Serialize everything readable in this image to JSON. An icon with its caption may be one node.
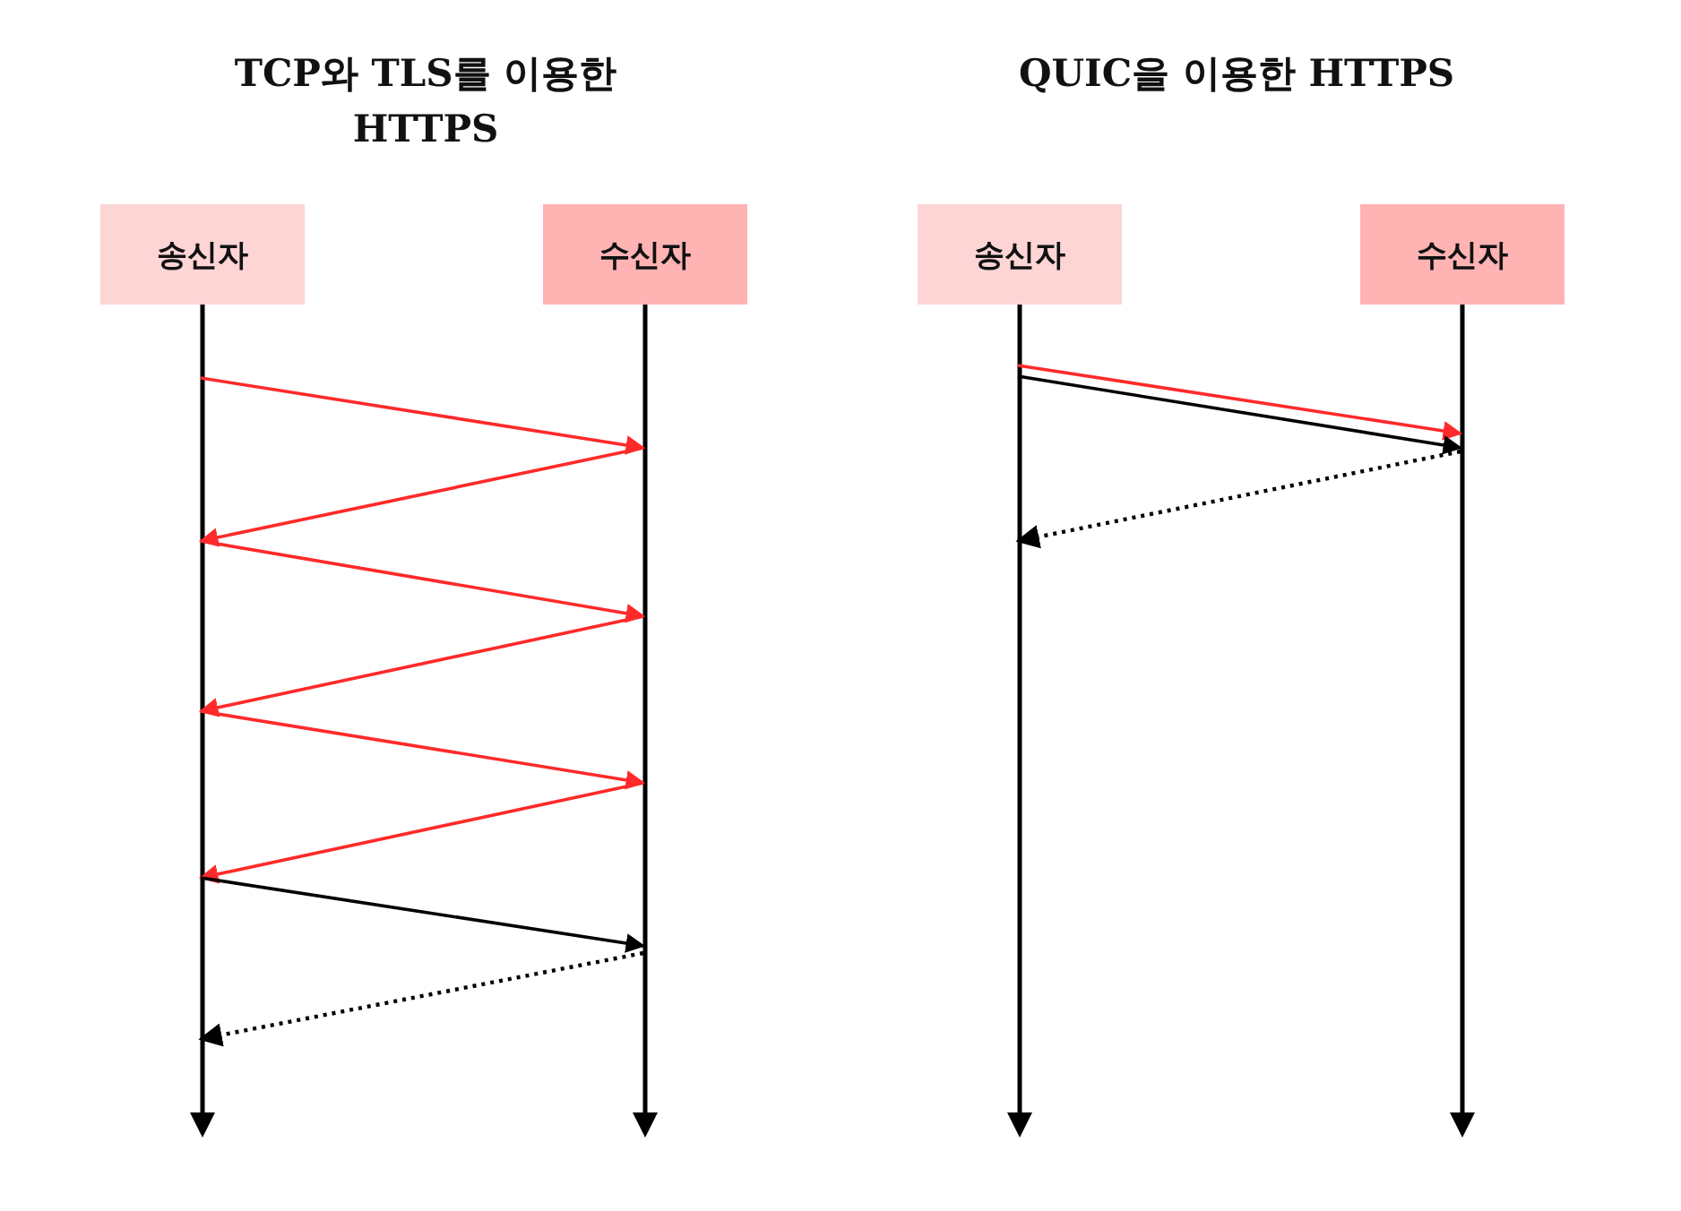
{
  "diagram": {
    "nodes": [
      {
        "text": [
          "송신자"
        ]
      },
      {
        "text": [
          "수신자"
        ]
      },
      {
        "text": [
          "송신자"
        ]
      },
      {
        "text": [
          "수신자"
        ]
      }
    ],
    "edges": [
      {
        "from": 0,
        "to": 1,
        "arrow": "to"
      },
      {
        "from": 1,
        "to": 0,
        "arrow": "to"
      },
      {
        "from": 0,
        "to": 1,
        "arrow": "to"
      },
      {
        "from": 1,
        "to": 0,
        "arrow": "to"
      },
      {
        "from": 0,
        "to": 1,
        "arrow": "to"
      },
      {
        "from": 1,
        "to": 0,
        "arrow": "to"
      },
      {
        "from": 0,
        "to": 1,
        "arrow": "to",
        "color": "#000000"
      },
      {
        "from": 1,
        "to": 0,
        "arrow": "to",
        "style": "dashed",
        "color": "#000000"
      },
      {
        "from": 2,
        "to": 3,
        "arrow": "to"
      },
      {
        "from": 2,
        "to": 3,
        "arrow": "to",
        "color": "#000000"
      },
      {
        "from": 3,
        "to": 2,
        "arrow": "to",
        "style": "dashed",
        "color": "#000000"
      }
    ],
    "labels": [
      "TCP와 TLS를 이용한 HTTPS",
      "QUIC을 이용한 HTTPS"
    ]
  }
}
